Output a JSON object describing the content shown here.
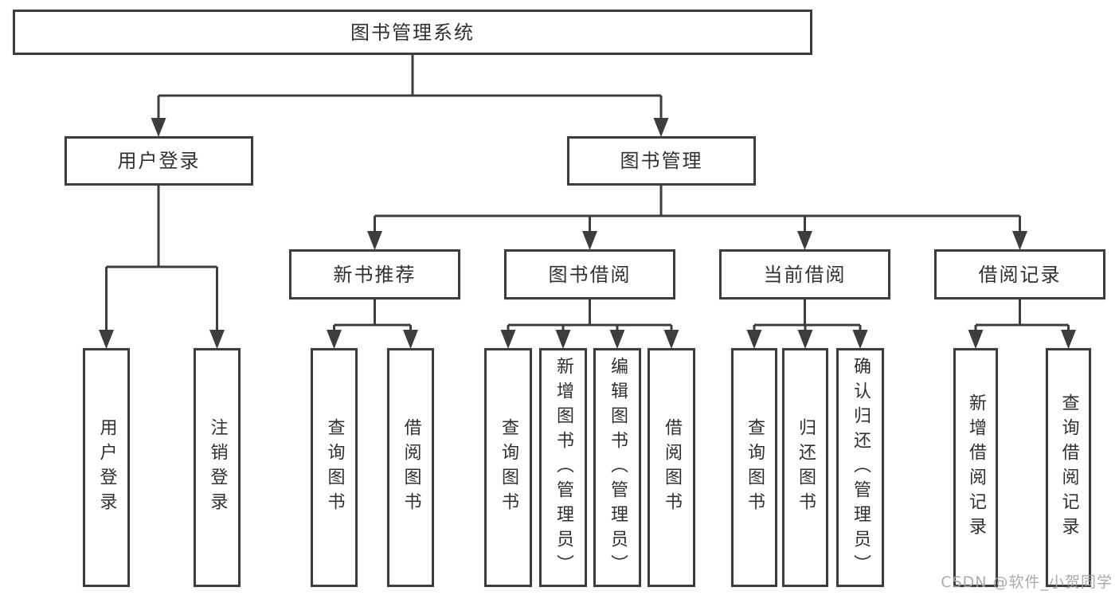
{
  "title": "图书管理系统",
  "watermark": {
    "text": "CSDN @软件_小贺同学"
  },
  "colors": {
    "line": "#3d3d3d",
    "box_border": "#3d3d3d",
    "text": "#303030",
    "watermark": "#a3a3a3",
    "background": "#ffffff"
  },
  "tree": {
    "root": {
      "label": "图书管理系统"
    },
    "branches": [
      {
        "label": "用户登录",
        "children": [
          {
            "label": "用户登录"
          },
          {
            "label": "注销登录"
          }
        ]
      },
      {
        "label": "图书管理",
        "children": [
          {
            "label": "新书推荐",
            "children": [
              {
                "label": "查询图书"
              },
              {
                "label": "借阅图书"
              }
            ]
          },
          {
            "label": "图书借阅",
            "children": [
              {
                "label": "查询图书"
              },
              {
                "label": "新增图书（管理员）"
              },
              {
                "label": "编辑图书（管理员）"
              },
              {
                "label": "借阅图书"
              }
            ]
          },
          {
            "label": "当前借阅",
            "children": [
              {
                "label": "查询图书"
              },
              {
                "label": "归还图书"
              },
              {
                "label": "确认归还（管理员）"
              }
            ]
          },
          {
            "label": "借阅记录",
            "children": [
              {
                "label": "新增借阅记录"
              },
              {
                "label": "查询借阅记录"
              }
            ]
          }
        ]
      }
    ]
  }
}
